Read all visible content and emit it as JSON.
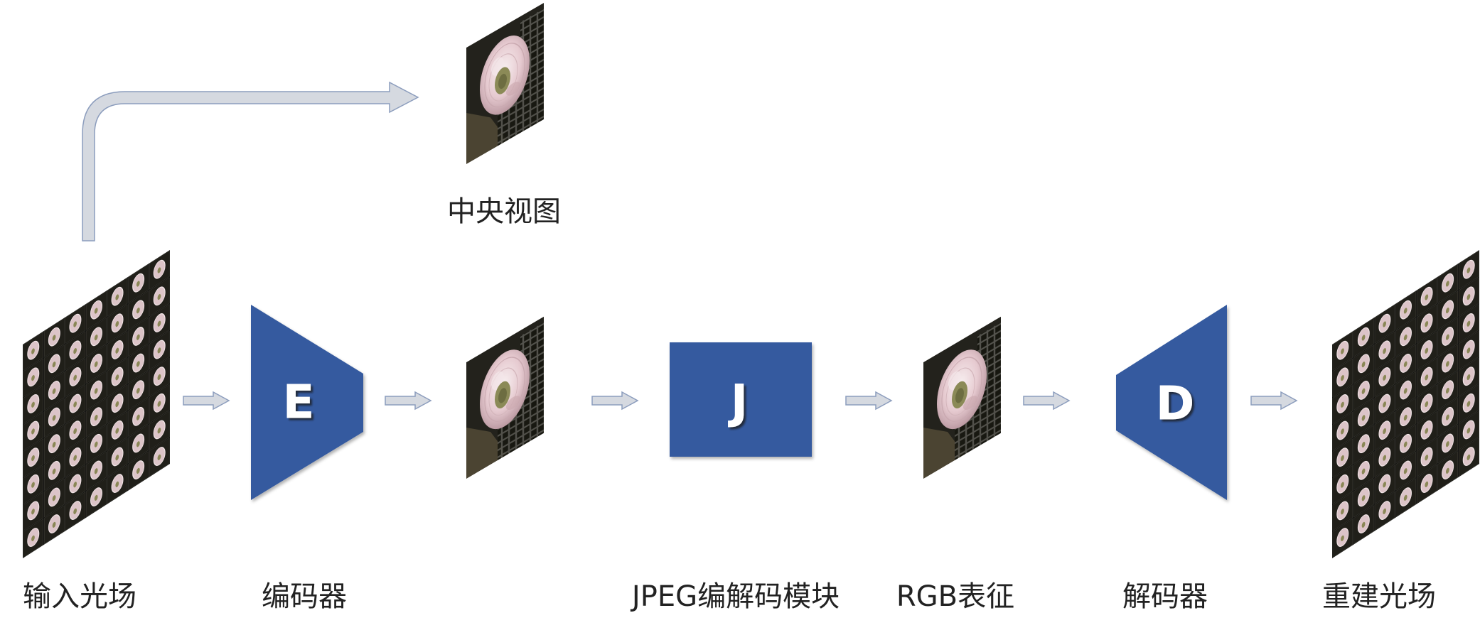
{
  "diagram": {
    "input_light_field": {
      "label": "输入光场"
    },
    "central_view": {
      "label": "中央视图"
    },
    "encoder": {
      "letter": "E",
      "label": "编码器"
    },
    "jpeg_codec": {
      "letter": "J",
      "label": "JPEG编解码模块"
    },
    "rgb_representation": {
      "label": "RGB表征"
    },
    "decoder": {
      "letter": "D",
      "label": "解码器"
    },
    "reconstructed_light_field": {
      "label": "重建光场"
    }
  },
  "colors": {
    "block_fill": "#345a9f",
    "arrow_fill": "#d5d9e0",
    "arrow_stroke": "#8c9dbd",
    "letter": "#ffffff",
    "text": "#222222"
  }
}
